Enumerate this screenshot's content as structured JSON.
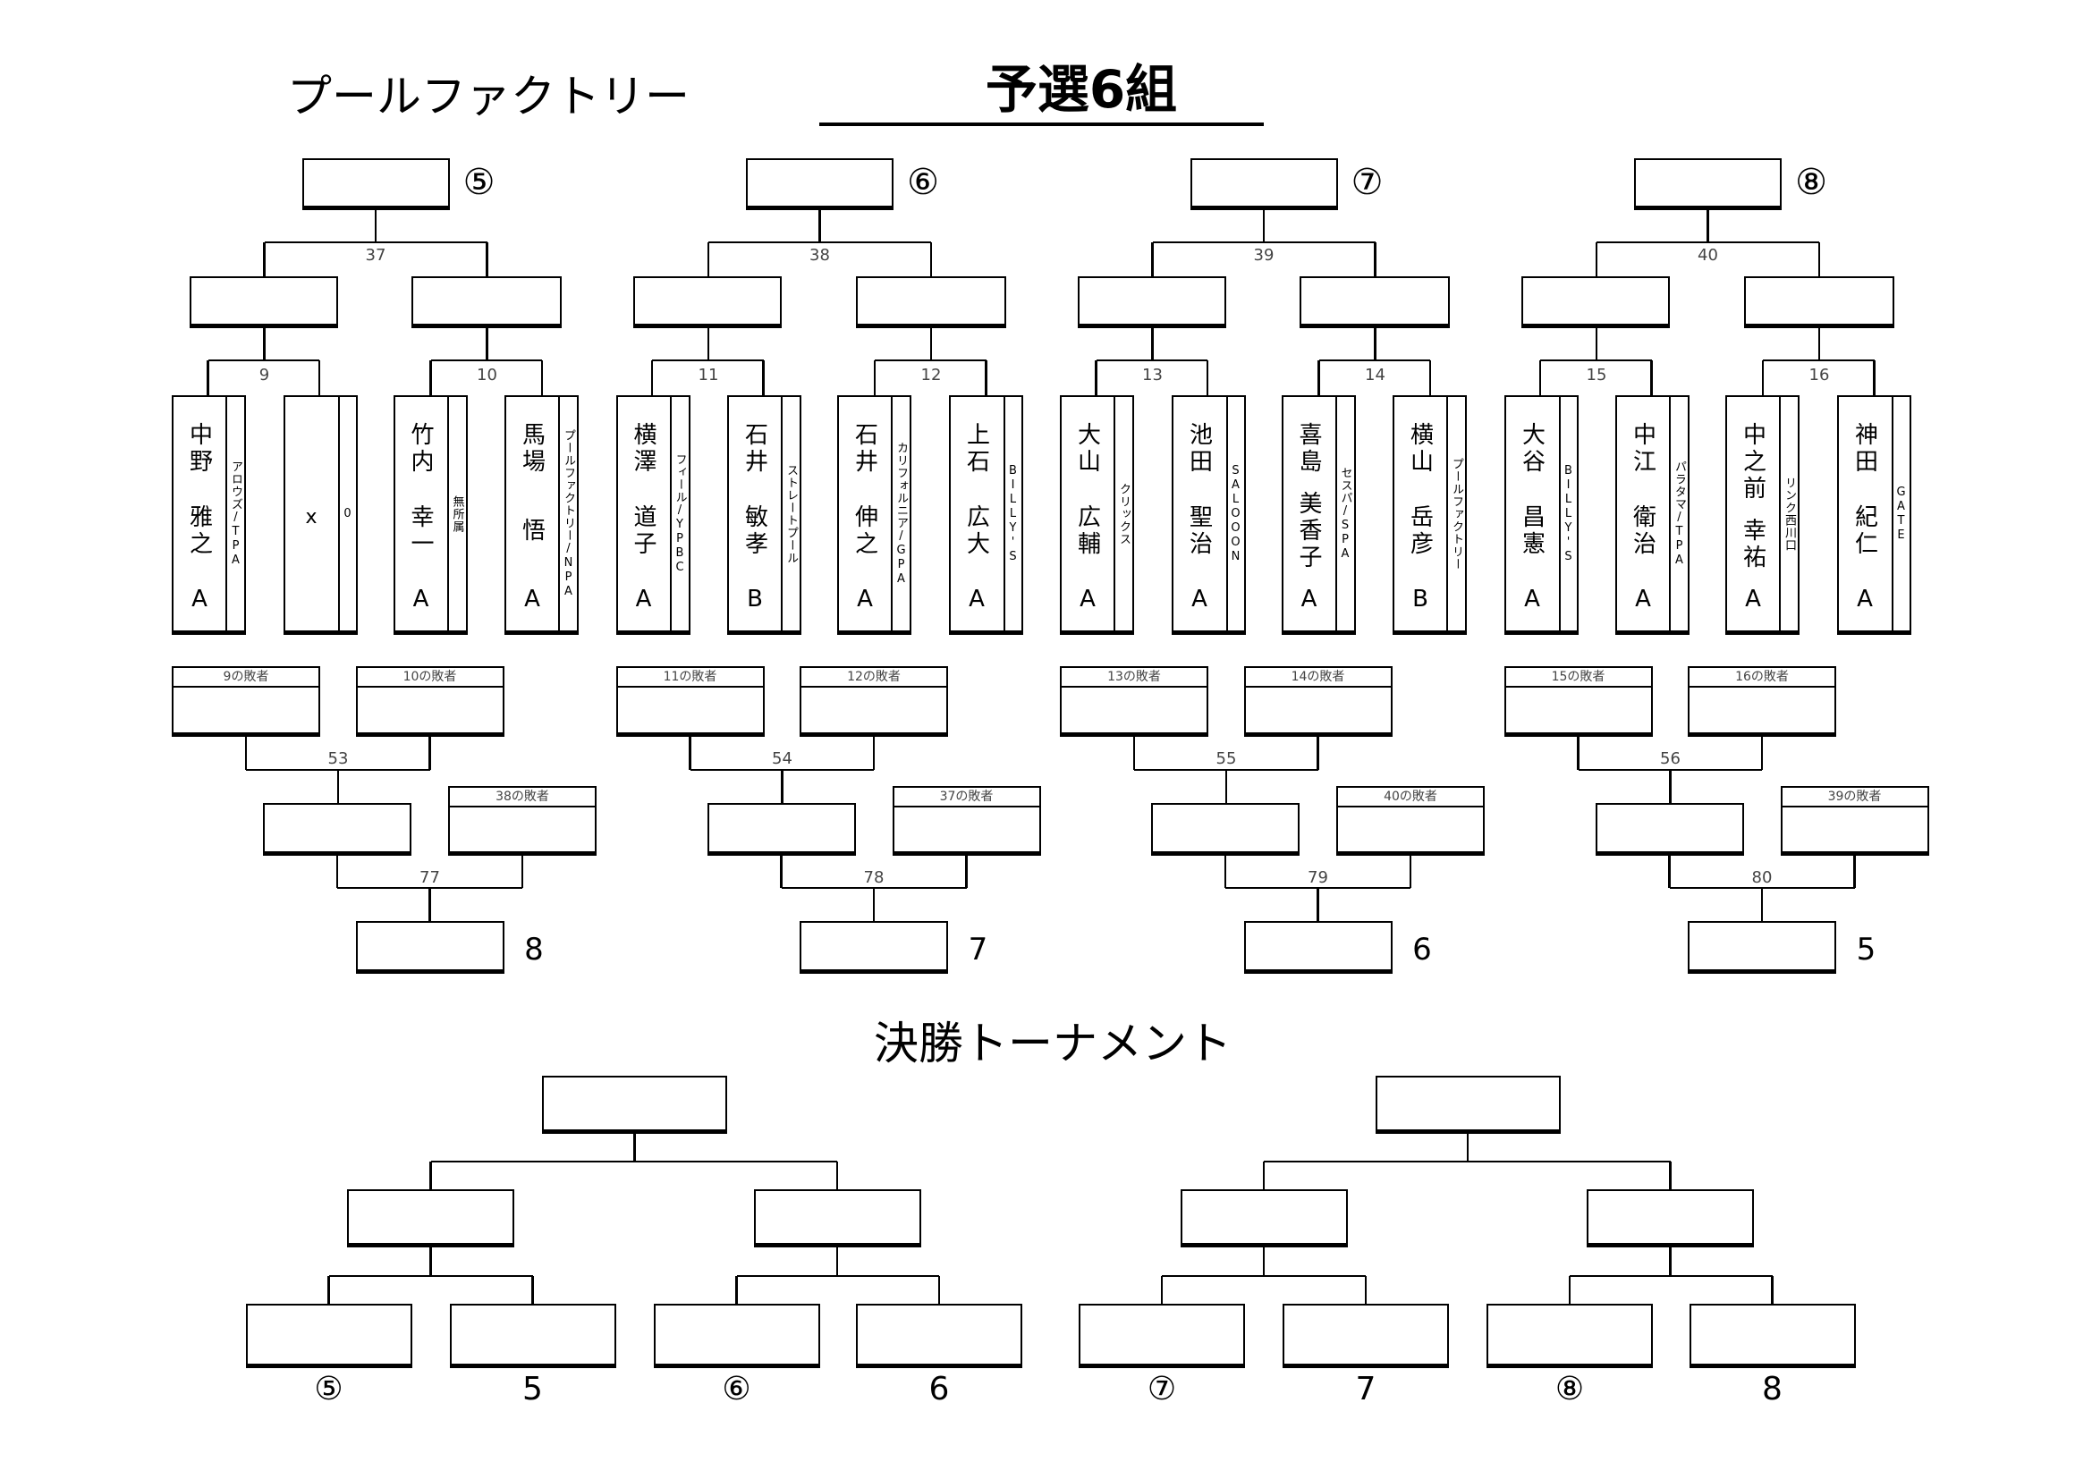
{
  "header": {
    "venue": "プールファクトリー",
    "title": "予選6組",
    "finals_title": "決勝トーナメント"
  },
  "groups": [
    {
      "seed": "⑤",
      "match_top": "37",
      "matches": [
        "9",
        "10"
      ],
      "players": [
        {
          "family": "中野",
          "given": "雅之",
          "rank": "A",
          "club": "アロウズ/TPA"
        },
        {
          "family": "x",
          "given": "",
          "rank": "",
          "club": "0"
        },
        {
          "family": "竹内",
          "given": "幸一",
          "rank": "A",
          "club": "無所属"
        },
        {
          "family": "馬場",
          "given": "悟",
          "rank": "A",
          "club": "プールファクトリー/NPA"
        }
      ],
      "losers": [
        "9の敗者",
        "10の敗者"
      ],
      "loser_match": "53",
      "upper_loser": "38の敗者",
      "final_match": "77",
      "place": "8"
    },
    {
      "seed": "⑥",
      "match_top": "38",
      "matches": [
        "11",
        "12"
      ],
      "players": [
        {
          "family": "横澤",
          "given": "道子",
          "rank": "A",
          "club": "フィール/YPBC"
        },
        {
          "family": "石井",
          "given": "敏孝",
          "rank": "B",
          "club": "ストレートプール"
        },
        {
          "family": "石井",
          "given": "伸之",
          "rank": "A",
          "club": "カリフォルニア/GPA"
        },
        {
          "family": "上石",
          "given": "広大",
          "rank": "A",
          "club": "BILLY'S"
        }
      ],
      "losers": [
        "11の敗者",
        "12の敗者"
      ],
      "loser_match": "54",
      "upper_loser": "37の敗者",
      "final_match": "78",
      "place": "7"
    },
    {
      "seed": "⑦",
      "match_top": "39",
      "matches": [
        "13",
        "14"
      ],
      "players": [
        {
          "family": "大山",
          "given": "広輔",
          "rank": "A",
          "club": "クリックス"
        },
        {
          "family": "池田",
          "given": "聖治",
          "rank": "A",
          "club": "SALOOON"
        },
        {
          "family": "喜島",
          "given": "美香子",
          "rank": "A",
          "club": "セスパ/SPA"
        },
        {
          "family": "横山",
          "given": "岳彦",
          "rank": "B",
          "club": "プールファクトリー"
        }
      ],
      "losers": [
        "13の敗者",
        "14の敗者"
      ],
      "loser_match": "55",
      "upper_loser": "40の敗者",
      "final_match": "79",
      "place": "6"
    },
    {
      "seed": "⑧",
      "match_top": "40",
      "matches": [
        "15",
        "16"
      ],
      "players": [
        {
          "family": "大谷",
          "given": "昌憲",
          "rank": "A",
          "club": "BILLY'S"
        },
        {
          "family": "中江",
          "given": "衛治",
          "rank": "A",
          "club": "パラタマ/TPA"
        },
        {
          "family": "中之前",
          "given": "幸祐",
          "rank": "A",
          "club": "リンク西川口"
        },
        {
          "family": "神田",
          "given": "紀仁",
          "rank": "A",
          "club": "GATE"
        }
      ],
      "losers": [
        "15の敗者",
        "16の敗者"
      ],
      "loser_match": "56",
      "upper_loser": "39の敗者",
      "final_match": "80",
      "place": "5"
    }
  ],
  "finals": {
    "slots": [
      "⑤",
      "5",
      "⑥",
      "6",
      "⑦",
      "7",
      "⑧",
      "8"
    ]
  }
}
